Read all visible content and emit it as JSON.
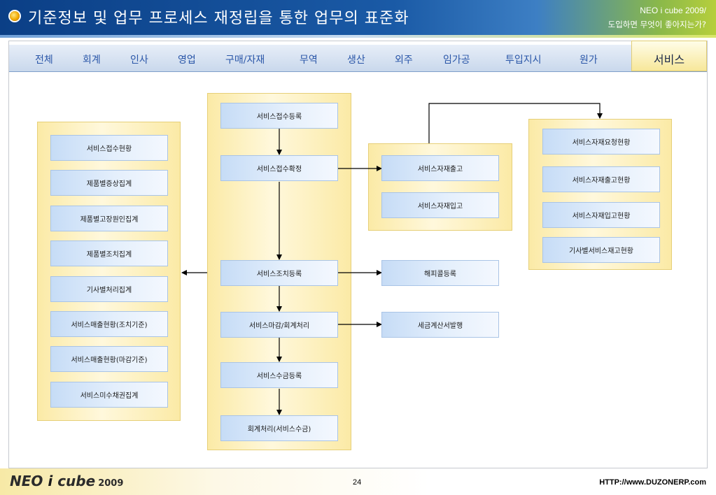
{
  "header": {
    "title": "기준정보 및 업무 프로세스 재정립을 통한 업무의 표준화",
    "brand": "NEO i cube 2009/",
    "subtitle": "도입하면 무엇이 좋아지는가?"
  },
  "tabs": [
    "전체",
    "회계",
    "인사",
    "영업",
    "구매/자재",
    "무역",
    "생산",
    "외주",
    "임가공",
    "투입지시",
    "원가"
  ],
  "active_tab": "서비스",
  "diagram": {
    "left_group": [
      "서비스접수현황",
      "제품별증상집계",
      "제품별고장원인집계",
      "제품별조치집계",
      "기사별처리집계",
      "서비스매출현황(조치기준)",
      "서비스매출현황(마감기준)",
      "서비스미수채권집계"
    ],
    "center_flow": [
      "서비스접수등록",
      "서비스접수확정",
      "서비스조치등록",
      "서비스마감/회계처리",
      "서비스수금등록",
      "회계처리(서비스수금)"
    ],
    "material_group": [
      "서비스자재출고",
      "서비스자재입고"
    ],
    "right_group": [
      "서비스자재요청현황",
      "서비스자재출고현황",
      "서비스자재입고현황",
      "기사별서비스재고현황"
    ],
    "happy_call": "해피콜등록",
    "tax_invoice": "세금계산서발행"
  },
  "footer": {
    "logo_main": "NEO",
    "logo_i": "i",
    "logo_cube": "cube",
    "logo_year": "2009",
    "page": "24",
    "url": "HTTP://www.DUZONERP.com"
  }
}
